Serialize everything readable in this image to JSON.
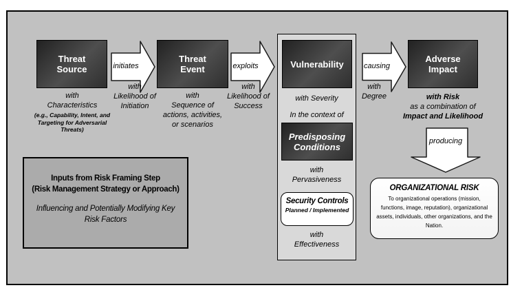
{
  "colors": {
    "canvas_bg": "#c1c1c1",
    "dark_box": "#3a3a3a",
    "panel_bg": "#d9d9d9",
    "inputs_box_bg": "#ababab",
    "arrow_fill": "#ffffff",
    "border": "#000000",
    "box_text": "#ffffff",
    "text": "#000000"
  },
  "flow": {
    "threat_source": {
      "title": "Threat\nSource",
      "annotation": "with\nCharacteristics",
      "annotation_detail": "(e.g., Capability, Intent, and\nTargeting for Adversarial\nThreats)"
    },
    "initiates": {
      "label": "initiates",
      "annotation": "with\nLikelihood of\nInitiation"
    },
    "threat_event": {
      "title": "Threat\nEvent",
      "annotation": "with\nSequence of\nactions, activities,\nor scenarios"
    },
    "exploits": {
      "label": "exploits",
      "annotation": "with\nLikelihood of\nSuccess"
    },
    "vulnerability": {
      "title": "Vulnerability",
      "severity": "with Severity",
      "context": "In the context of"
    },
    "predisposing": {
      "title": "Predisposing\nConditions",
      "annotation": "with\nPervasiveness"
    },
    "security_controls": {
      "title": "Security Controls",
      "subtitle": "Planned / Implemented",
      "annotation": "with\nEffectiveness"
    },
    "causing": {
      "label": "causing",
      "annotation": "with\nDegree"
    },
    "adverse_impact": {
      "title": "Adverse\nImpact",
      "risk_line": "with Risk",
      "combination_line": "as a combination of",
      "impact_line": "Impact and Likelihood"
    },
    "producing": {
      "label": "producing"
    },
    "organizational_risk": {
      "title": "ORGANIZATIONAL RISK",
      "body": "To organizational operations (mission, functions, image, reputation), organizational assets, individuals, other organizations, and the Nation."
    },
    "inputs": {
      "title": "Inputs from Risk Framing Step\n(Risk Management Strategy or Approach)",
      "subtitle": "Influencing and Potentially Modifying Key\nRisk Factors"
    }
  }
}
